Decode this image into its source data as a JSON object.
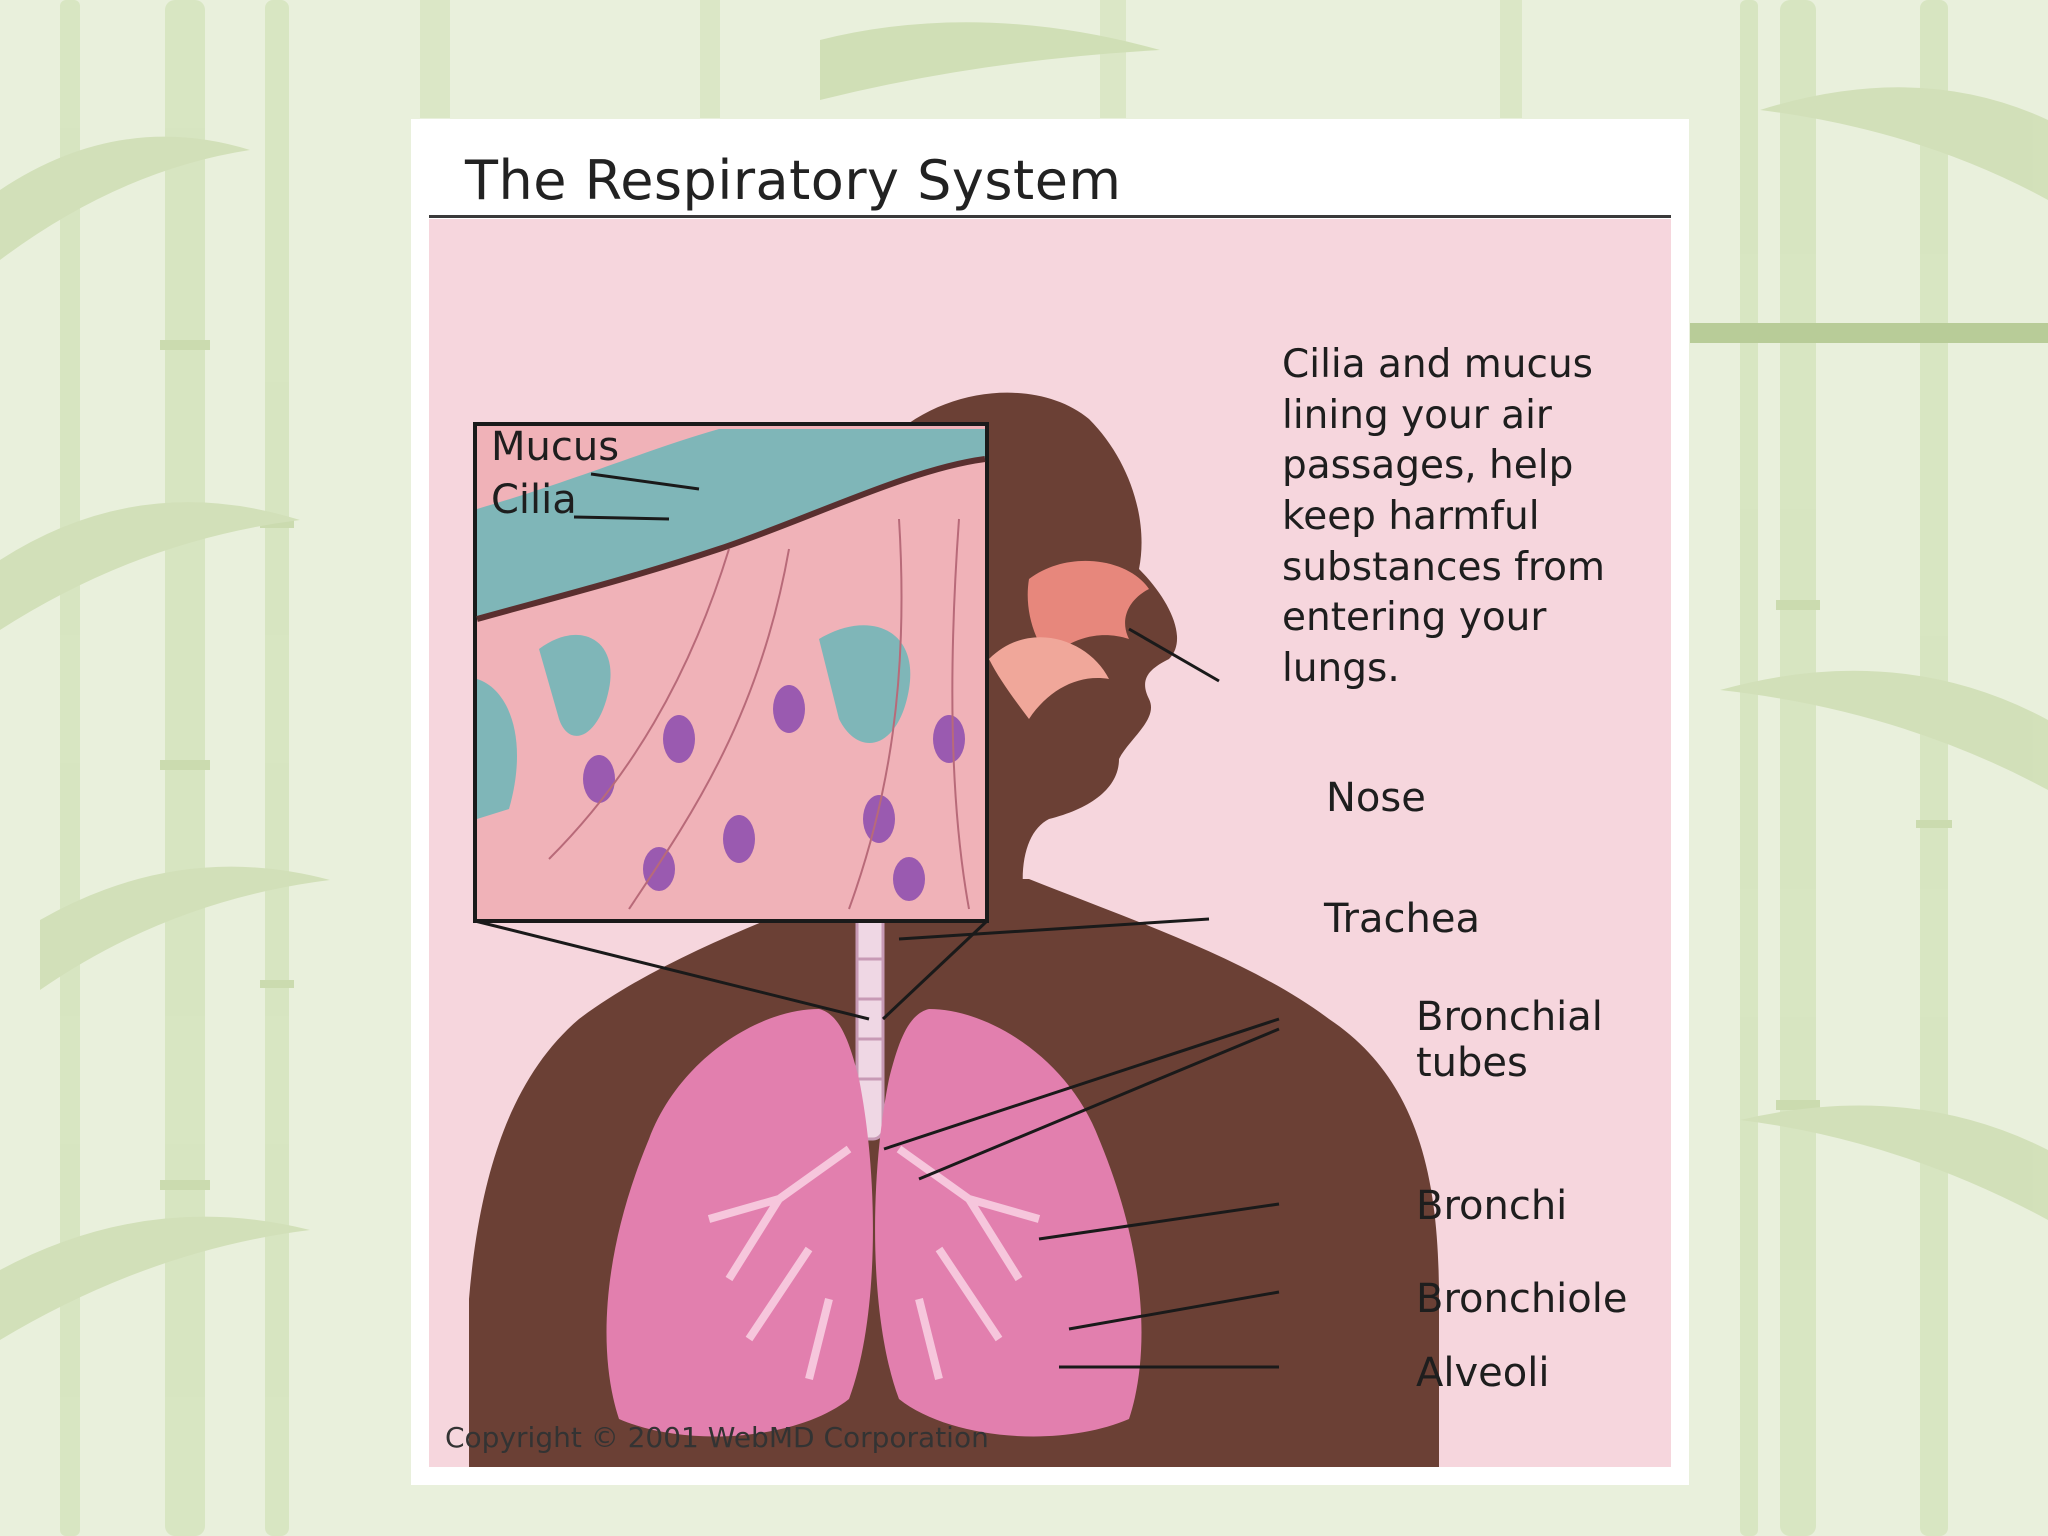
{
  "figure": {
    "title": "The Respiratory System",
    "caption": "Cilia and mucus lining your air passages, help keep harmful substances from entering your lungs.",
    "copyright": "Copyright © 2001 WebMD Corporation",
    "inset_labels": {
      "mucus": "Mucus",
      "cilia": "Cilia"
    },
    "labels": {
      "nose": "Nose",
      "trachea": "Trachea",
      "bronchial_tubes": "Bronchial\ntubes",
      "bronchi": "Bronchi",
      "bronchiole": "Bronchiole",
      "alveoli": "Alveoli"
    }
  },
  "colors": {
    "slide_background": "#e9f0dc",
    "panel_pink": "#f6d6dd",
    "silhouette": "#6b4035",
    "lung_pink": "#e27fae",
    "mucus_teal": "#7fb6b8"
  }
}
